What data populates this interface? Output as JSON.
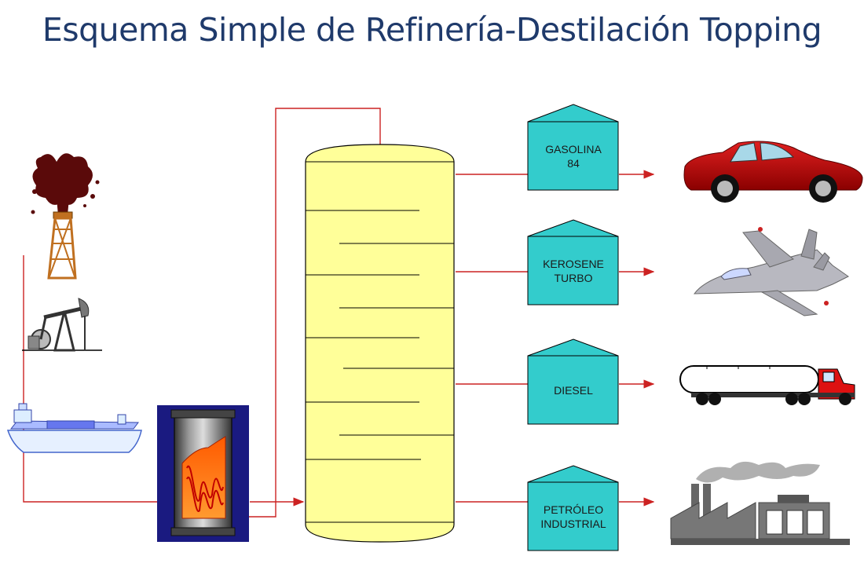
{
  "title": "Esquema Simple de Refinería-Destilación Topping",
  "colors": {
    "title": "#1f3a6b",
    "pipe": "#cc2222",
    "column_fill": "#ffff99",
    "tank_fill": "#33cccc",
    "furnace_bg": "#1a1a80"
  },
  "sources": [
    {
      "icon": "oil-gusher-derrick-icon"
    },
    {
      "icon": "pumpjack-icon"
    },
    {
      "icon": "oil-tanker-ship-icon"
    }
  ],
  "equipment": {
    "furnace_icon": "furnace-heater-icon",
    "column_icon": "distillation-column-icon"
  },
  "products": [
    {
      "line1": "GASOLINA",
      "line2": "84",
      "icon": "car-icon"
    },
    {
      "line1": "KEROSENE",
      "line2": "TURBO",
      "icon": "jet-icon"
    },
    {
      "line1": "DIESEL",
      "line2": "",
      "icon": "tanker-truck-icon"
    },
    {
      "line1": "PETRÓLEO",
      "line2": "INDUSTRIAL",
      "icon": "factory-icon"
    }
  ]
}
